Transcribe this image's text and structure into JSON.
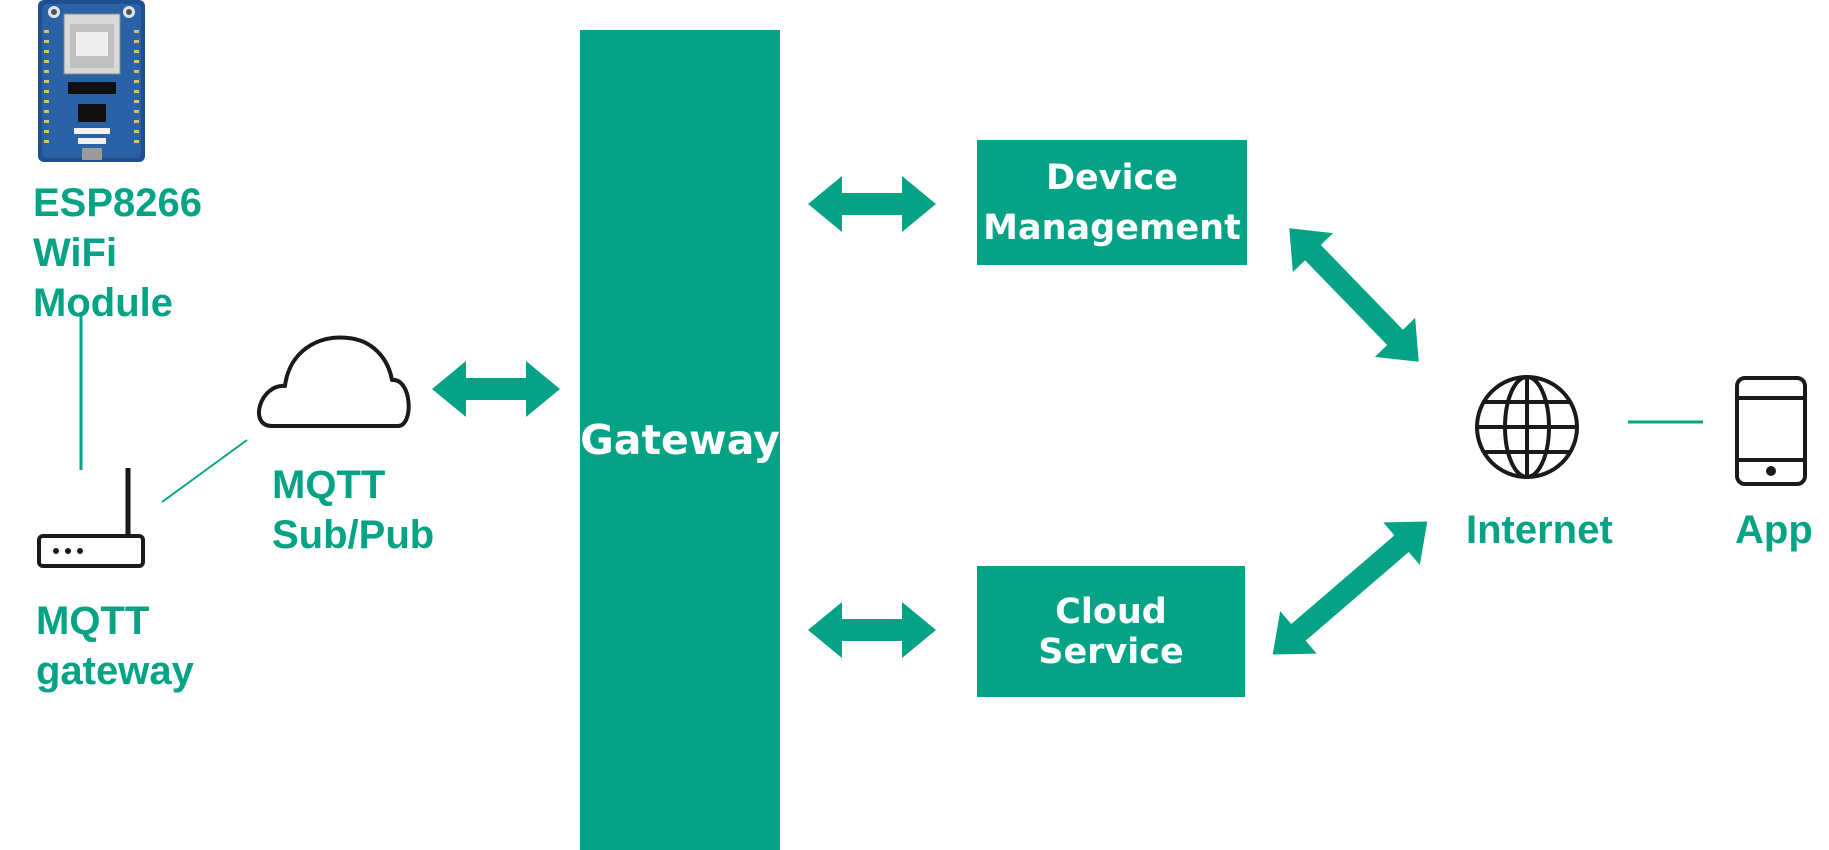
{
  "colors": {
    "accent": "#05a386",
    "icon": "#1a1a1a",
    "board": "#1f4f8f"
  },
  "esp_module": {
    "lines": [
      "ESP8266",
      "WiFi",
      "Module"
    ],
    "image_icon": "esp8266-board-icon"
  },
  "mqtt_gateway": {
    "lines": [
      "MQTT",
      "gateway"
    ],
    "icon": "router-icon"
  },
  "mqtt_subpub": {
    "lines": [
      "MQTT",
      "Sub/Pub"
    ],
    "icon": "cloud-icon"
  },
  "gateway": {
    "label": "Gateway"
  },
  "device_management": {
    "lines": [
      "Device",
      "Management"
    ]
  },
  "cloud_service": {
    "label": "Cloud Service"
  },
  "internet": {
    "label": "Internet",
    "icon": "globe-icon"
  },
  "app": {
    "label": "App",
    "icon": "smartphone-icon"
  }
}
